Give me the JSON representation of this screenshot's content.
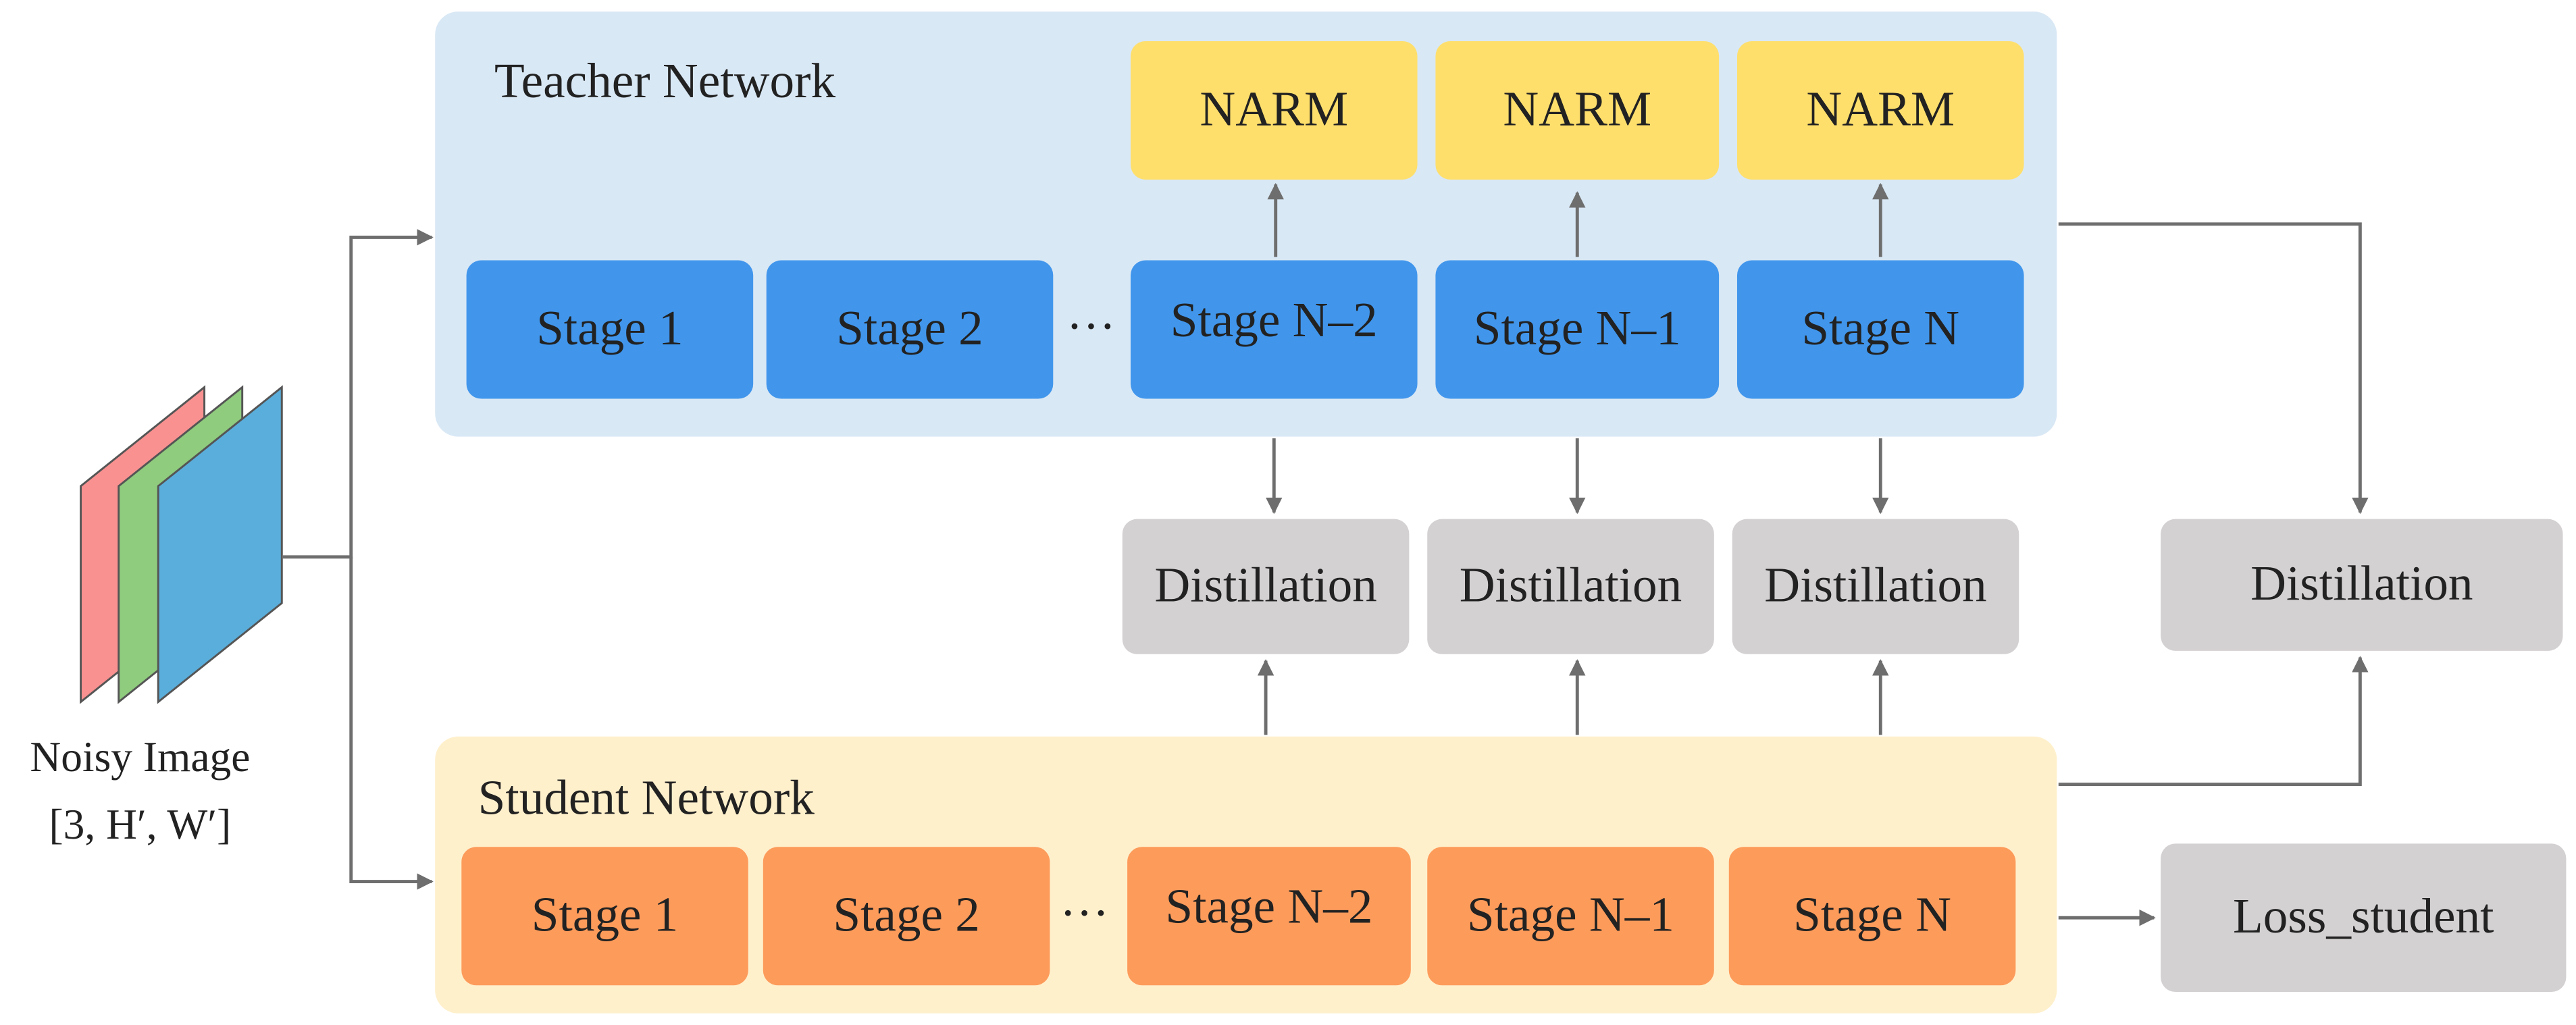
{
  "colors": {
    "teacher_bg": "#d9e8f5",
    "student_bg": "#fff0cc",
    "teacher_stage": "#4196ec",
    "student_stage": "#fd9b5b",
    "narm": "#fedf6c",
    "distill": "#d4d1d2",
    "arrow": "#6e6e6e",
    "layer_red": "#f99191",
    "layer_green": "#8fcc7e",
    "layer_blue": "#5aaedb"
  },
  "input": {
    "line1": "Noisy Image",
    "line2": "[3, H′, W′]"
  },
  "teacher": {
    "title": "Teacher Network",
    "stages": [
      "Stage 1",
      "Stage 2",
      "Stage N–2",
      "Stage N–1",
      "Stage N"
    ],
    "dots": "···",
    "narm": [
      "NARM",
      "NARM",
      "NARM"
    ]
  },
  "student": {
    "title": "Student Network",
    "stages": [
      "Stage 1",
      "Stage 2",
      "Stage N–2",
      "Stage N–1",
      "Stage N"
    ],
    "dots": "···"
  },
  "distillation": [
    "Distillation",
    "Distillation",
    "Distillation",
    "Distillation"
  ],
  "loss": "Loss_student"
}
